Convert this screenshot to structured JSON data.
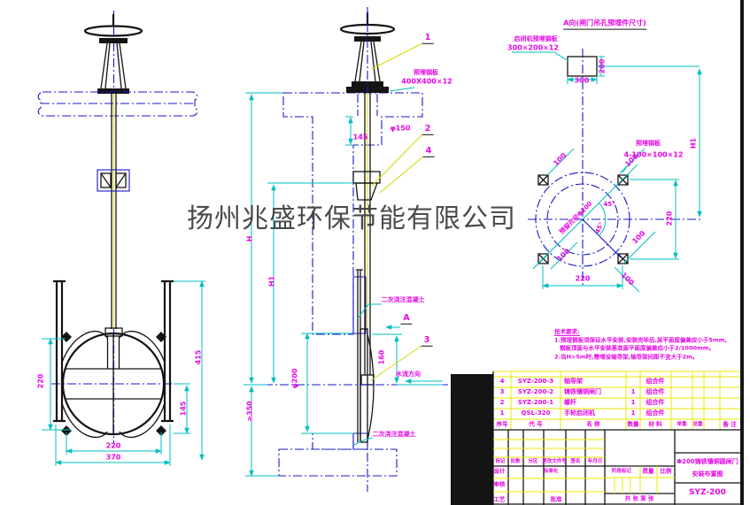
{
  "watermark": "扬州兆盛环保节能有限公司",
  "front_view": {
    "dim_left_height": "220",
    "dim_total_height": "415",
    "dim_right_lower": "145",
    "dim_bolt_span": "220",
    "dim_total_width": "370"
  },
  "section_view": {
    "balloon_1": "1",
    "balloon_2": "2",
    "balloon_3": "3",
    "balloon_4": "4",
    "embed_plate_label": "预埋钢板",
    "embed_plate_size": "400X400×12",
    "hole_dia": "φ150",
    "dim_step": "145",
    "dim_H": "H",
    "dim_H1": "H1",
    "dim_opening": "φ200",
    "dim_160": "160",
    "dim_min_depth": "≥350",
    "grout_label_top": "二次浇注混凝土",
    "grout_label_bottom": "二次浇注混凝土",
    "view_marker": "A",
    "flow_label": "水流方向"
  },
  "detail_view": {
    "title": "A向(闸门吊孔预埋件尺寸)",
    "hoist_plate_label": "启闭机预埋钢板",
    "hoist_plate_size": "300×200×12",
    "dim_plate_w": "300",
    "dim_plate_h": "200",
    "dim_H1": "H1",
    "corner_plate_label": "预埋钢板",
    "corner_plate_size": "4-100×100×12",
    "hole_note": "预留孔径Φ200",
    "dim_100": "100",
    "dim_45": "45°",
    "dim_span_h": "220",
    "dim_span_v": "220"
  },
  "notes": {
    "title": "技术要求:",
    "line1": "1.预埋钢板须保证水平安装,安装完毕后,其平面度偏差应小于5mm,",
    "line2": "钢板顶面与水平安装基准面平面度偏差应小于2/1000mm。",
    "line3": "2.当H>5m时,需增设轴导架,轴导架间距不宜大于2m。"
  },
  "bom": {
    "headers": {
      "no": "序号",
      "code": "代  号",
      "name": "名  称",
      "qty": "数量",
      "material": "材  料",
      "unit_weight": "单重",
      "total_weight": "总重",
      "remark": "备 注"
    },
    "rows": [
      {
        "no": "4",
        "code": "SYZ-200-3",
        "name": "轴导架",
        "qty": "",
        "material": "组合件"
      },
      {
        "no": "3",
        "code": "SYZ-200-2",
        "name": "铸铁镶铜闸门",
        "qty": "1",
        "material": "组合件"
      },
      {
        "no": "2",
        "code": "SYZ-200-1",
        "name": "螺杆",
        "qty": "1",
        "material": "组合件"
      },
      {
        "no": "1",
        "code": "QSL-320",
        "name": "手轮启闭机",
        "qty": "1",
        "material": "组合件"
      }
    ]
  },
  "title_block": {
    "mark": "标记",
    "count": "处数",
    "zone": "分区",
    "doc_no": "更改文件号",
    "sign": "签名",
    "date": "年月日",
    "design": "设计",
    "standard": "标准化",
    "stage": "阶段标记",
    "weight": "质量",
    "scale": "比例",
    "check": "审核",
    "process": "工艺",
    "approve": "批准",
    "sheet": "共 张 第 张",
    "title_line1": "Φ200铸铁镶铜圆闸门",
    "title_line2": "安装布置图",
    "drawing_no": "SYZ-200"
  }
}
